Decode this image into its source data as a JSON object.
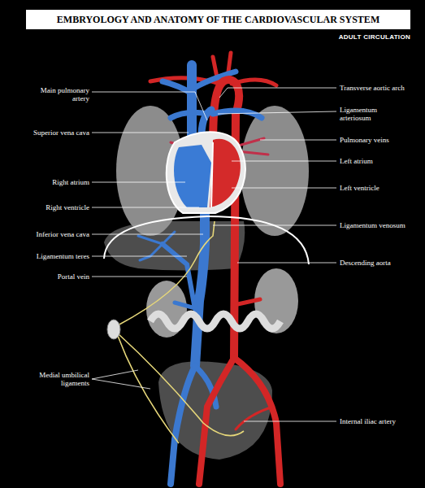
{
  "diagram": {
    "title": "EMBRYOLOGY AND ANATOMY OF THE CARDIOVASCULAR SYSTEM",
    "labels": [
      "ADULT CIRCULATION",
      "Transverse aortic arch",
      "Main pulmonary artery",
      "Ligamentum arteriosum",
      "Superior vena cava",
      "Pulmonary veins",
      "Left atrium",
      "Right atrium",
      "Left ventricle",
      "Right ventricle",
      "Ligamentum venosum",
      "Inferior vena cava",
      "Ligamentum teres",
      "Descending aorta",
      "Portal vein",
      "Medial umbilical ligaments",
      "Internal iliac artery"
    ]
  }
}
